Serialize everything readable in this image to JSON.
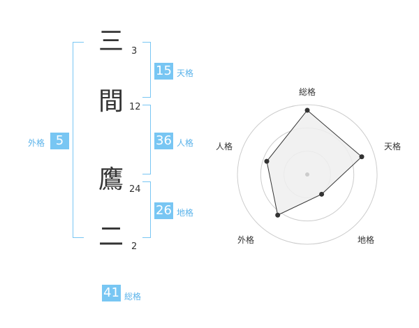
{
  "name": {
    "chars": [
      {
        "char": "三",
        "strokes": "3"
      },
      {
        "char": "間",
        "strokes": "12"
      },
      {
        "char": "鷹",
        "strokes": "24"
      },
      {
        "char": "二",
        "strokes": "2"
      }
    ]
  },
  "kaku": {
    "tenkaku": {
      "label": "天格",
      "value": "15"
    },
    "jinkaku": {
      "label": "人格",
      "value": "36"
    },
    "chikaku": {
      "label": "地格",
      "value": "26"
    },
    "gaikaku": {
      "label": "外格",
      "value": "5"
    },
    "soukaku": {
      "label": "総格",
      "value": "41"
    }
  },
  "chart_data": {
    "type": "radar",
    "axes": [
      "総格",
      "天格",
      "地格",
      "外格",
      "人格"
    ],
    "values": [
      0.92,
      0.82,
      0.35,
      0.72,
      0.61
    ],
    "max": 1,
    "rings": 3,
    "colors": {
      "fill": "#efefef",
      "line": "#333333",
      "grid": "#cccccc",
      "point": "#333333",
      "center": "#cccccc"
    }
  }
}
